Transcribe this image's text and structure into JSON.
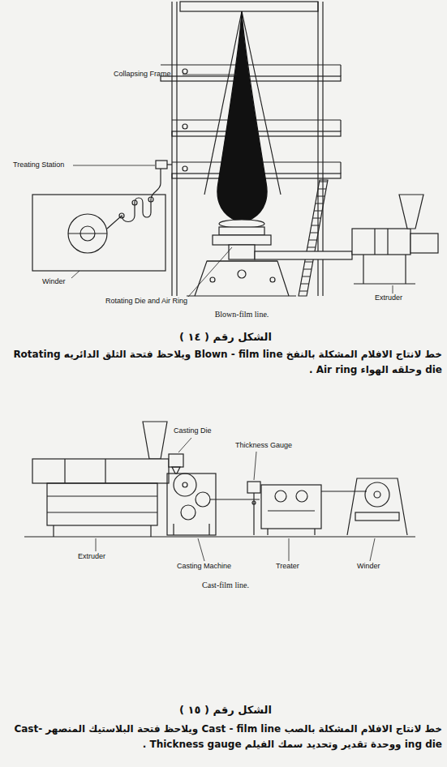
{
  "diagram": {
    "labels": [
      "Collapsing Frame",
      "Treating Station",
      "Winder",
      "Rotating Die and Air Ring",
      "Extruder",
      "Blown-film line.",
      "الشكل رقم ( ١٤ )",
      "خط لانتاج الافلام المشكلة بالنفخ Blown - film line ويلاحظ فتحة الثلق الدائريه Rotating die وحلقه الهواء Air ring .",
      "Casting Die",
      "Thickness Gauge",
      "Extruder",
      "Casting Machine",
      "Treater",
      "Winder",
      "Cast-film line.",
      "الشكل رقم ( ١٥ )",
      "خط لانتاج الافلام المشكلة بالصب Cast - film line ويلاحظ فتحة البلاستيك المنصهر Cast-ing die ووحدة تقدير وتحديد سمك الفيلم Thickness gauge ."
    ]
  }
}
